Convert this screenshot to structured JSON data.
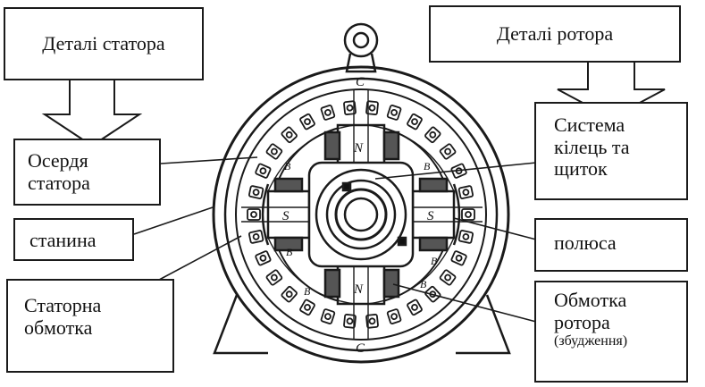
{
  "stator_header": "Деталі статора",
  "rotor_header": "Деталі ротора",
  "left_labels": {
    "core_line1": "Осердя",
    "core_line2": "статора",
    "frame": "станина",
    "winding_line1": "Статорна",
    "winding_line2": "обмотка"
  },
  "right_labels": {
    "rings_line1": "Система",
    "rings_line2": "кілець та",
    "rings_line3": "щиток",
    "poles": "полюса",
    "rotor_winding_line1": "Обмотка",
    "rotor_winding_line2": "ротора",
    "rotor_winding_line3": "(збудження)"
  },
  "pole_letters": {
    "top": "C",
    "bottom": "C",
    "north_top": "N",
    "north_bottom": "N",
    "south_left": "S",
    "south_right": "S",
    "b_top_left": "B",
    "b_top_right": "B",
    "b_mid_left": "B",
    "b_bottom_left": "B",
    "b_bottom_right": "B",
    "b_mid_right": "B"
  }
}
